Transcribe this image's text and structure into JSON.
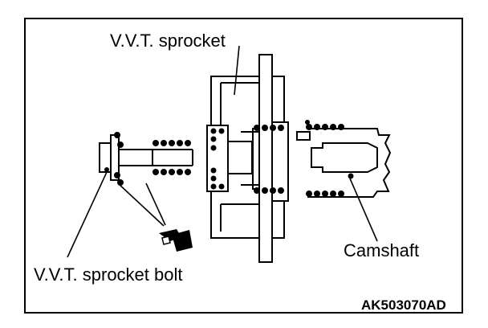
{
  "labels": {
    "vvt_sprocket": "V.V.T. sprocket",
    "camshaft": "Camshaft",
    "vvt_sprocket_bolt": "V.V.T. sprocket bolt"
  },
  "figure_code": "AK503070AD"
}
